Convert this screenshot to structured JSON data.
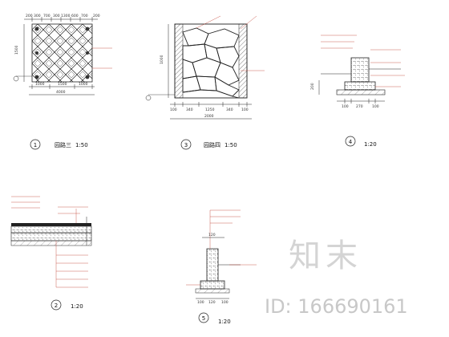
{
  "panels": {
    "p1": {
      "number": "1",
      "title": "园路三",
      "scale": "1:50",
      "dims_top": [
        "200",
        "300",
        "700",
        "300",
        "1300",
        "600",
        "700",
        "200"
      ],
      "dims_bottom": [
        "1000",
        "1500",
        "1000"
      ],
      "dim_total": "4000",
      "dim_left": "1500"
    },
    "p2": {
      "number": "3",
      "title": "园路四",
      "scale": "1:50",
      "dims_bottom": [
        "100",
        "340",
        "1250",
        "340",
        "100"
      ],
      "dim_total": "2000",
      "dim_left": "1000"
    },
    "p3": {
      "number": "4",
      "scale": "1:20",
      "dims_bottom": [
        "100",
        "270",
        "100"
      ],
      "dim_left": "200"
    },
    "p4": {
      "number": "2",
      "scale": "1:20"
    },
    "p5": {
      "number": "5",
      "scale": "1:20",
      "dims_bottom": [
        "100",
        "120",
        "100"
      ],
      "dim_top": "120"
    }
  },
  "watermark": {
    "logo": "知末",
    "id": "ID: 166690161"
  },
  "colors": {
    "line": "#222222",
    "annotation": "#c0392b",
    "hatch": "#666666"
  }
}
